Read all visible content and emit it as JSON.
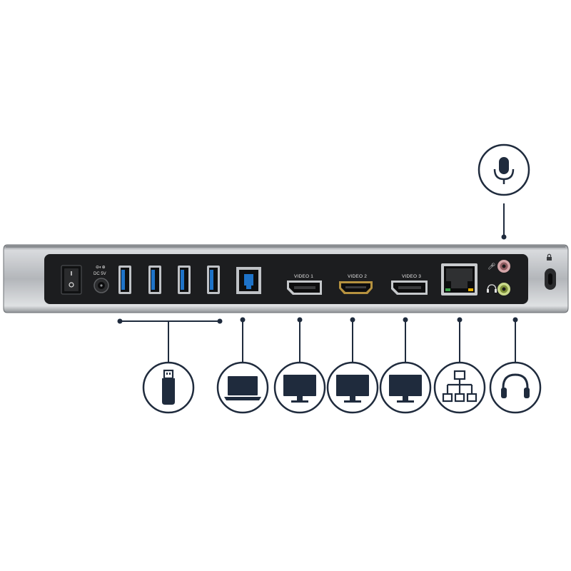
{
  "device": {
    "dc_label": "DC 5V",
    "ports": [
      {
        "label": "VIDEO 1"
      },
      {
        "label": "VIDEO 2"
      },
      {
        "label": "VIDEO 3"
      }
    ]
  },
  "callouts": [
    {
      "icon": "microphone-icon"
    },
    {
      "icon": "usb-drive-icon"
    },
    {
      "icon": "laptop-icon"
    },
    {
      "icon": "monitor-icon"
    },
    {
      "icon": "monitor-icon"
    },
    {
      "icon": "monitor-icon"
    },
    {
      "icon": "network-icon"
    },
    {
      "icon": "headphones-icon"
    }
  ],
  "colors": {
    "usb3_blue": "#1e73c8",
    "chassis_silver": "#c9cbce",
    "panel_black": "#1c1d1f",
    "callout_navy": "#1f2b3d",
    "mic_jack": "#d4a5a8",
    "audio_jack": "#c9d98a",
    "rj45_led": "#e8b000"
  }
}
